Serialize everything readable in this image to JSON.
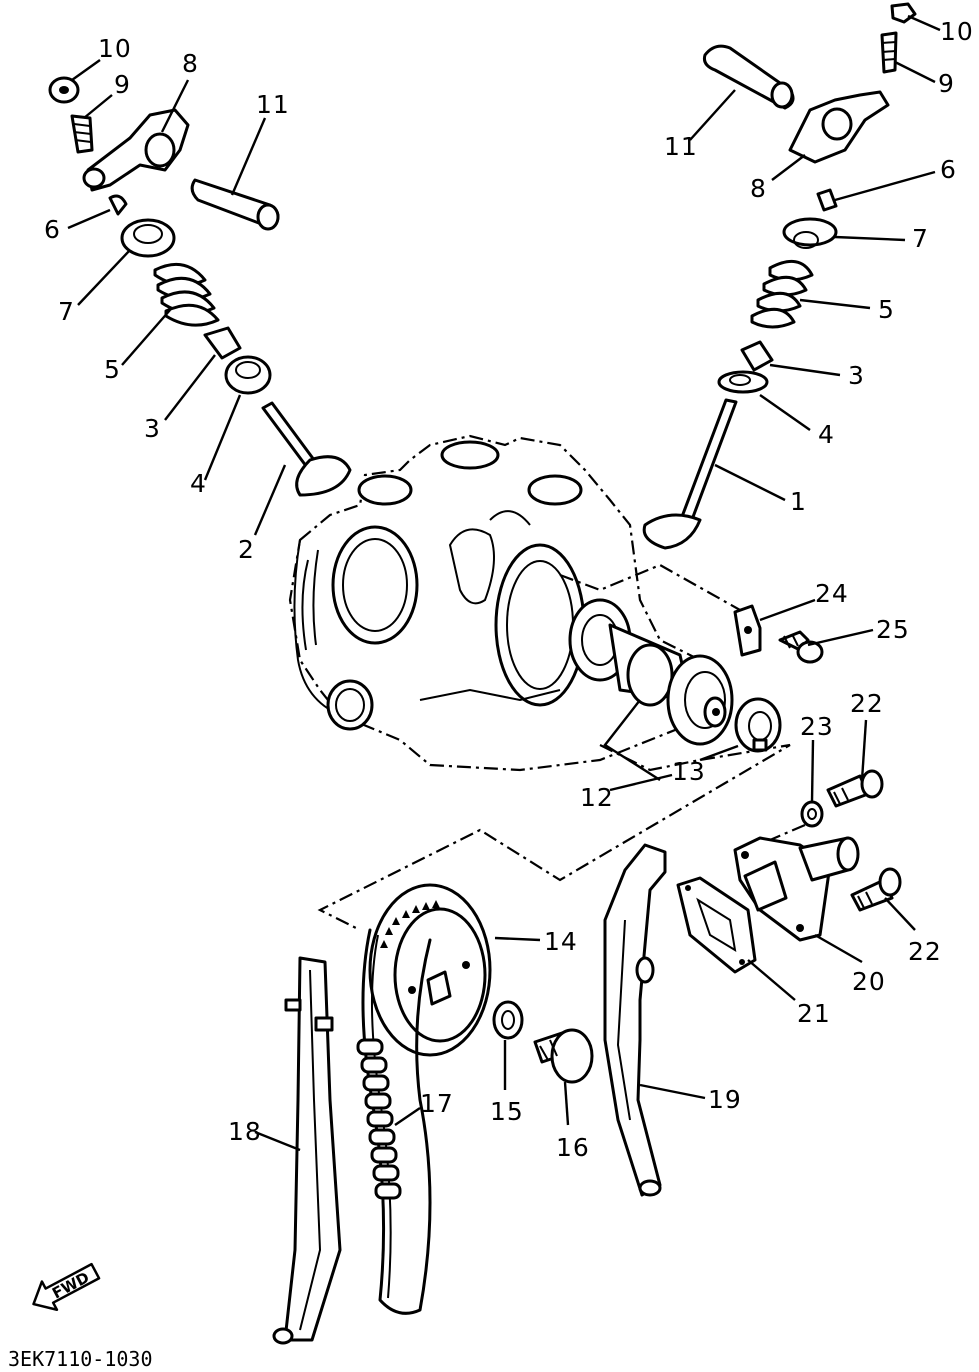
{
  "diagram": {
    "code": "3EK7110-1030",
    "fwd_label": "FWD",
    "callouts": {
      "c10L": "10",
      "c9L": "9",
      "c8L": "8",
      "c11L": "11",
      "c6L": "6",
      "c7L": "7",
      "c5L": "5",
      "c3L": "3",
      "c4L": "4",
      "c2": "2",
      "c10R": "10",
      "c9R": "9",
      "c11R": "11",
      "c8R": "8",
      "c6R": "6",
      "c7R": "7",
      "c5R": "5",
      "c3R": "3",
      "c4R": "4",
      "c1": "1",
      "c24": "24",
      "c25": "25",
      "c22a": "22",
      "c23": "23",
      "c13": "13",
      "c12": "12",
      "c14": "14",
      "c15": "15",
      "c16": "16",
      "c17": "17",
      "c18": "18",
      "c19": "19",
      "c20": "20",
      "c21": "21",
      "c22b": "22"
    }
  }
}
